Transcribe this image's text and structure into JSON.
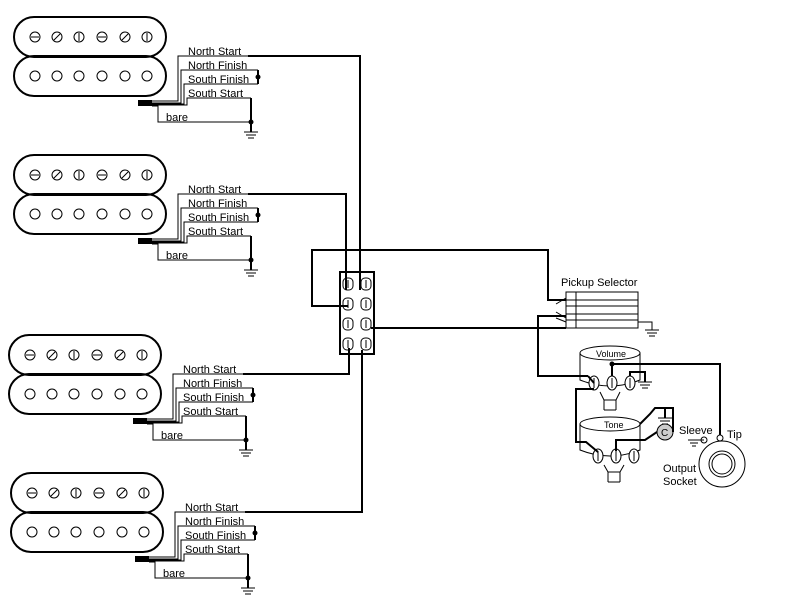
{
  "pickups": [
    {
      "wires": {
        "north_start": "North Start",
        "north_finish": "North Finish",
        "south_finish": "South Finish",
        "south_start": "South Start",
        "bare": "bare"
      }
    },
    {
      "wires": {
        "north_start": "North Start",
        "north_finish": "North Finish",
        "south_finish": "South Finish",
        "south_start": "South Start",
        "bare": "bare"
      }
    },
    {
      "wires": {
        "north_start": "North Start",
        "north_finish": "North Finish",
        "south_finish": "South Finish",
        "south_start": "South Start",
        "bare": "bare"
      }
    },
    {
      "wires": {
        "north_start": "North Start",
        "north_finish": "North Finish",
        "south_finish": "South Finish",
        "south_start": "South Start",
        "bare": "bare"
      }
    }
  ],
  "labels": {
    "pickup_selector": "Pickup Selector",
    "volume": "Volume",
    "tone": "Tone",
    "capacitor": "C",
    "sleeve": "Sleeve",
    "tip": "Tip",
    "output_line1": "Output",
    "output_line2": "Socket"
  },
  "colors": {
    "line": "#000000",
    "background": "#ffffff",
    "capacitor": "#cccccc",
    "pot_body": "#ffffff"
  }
}
